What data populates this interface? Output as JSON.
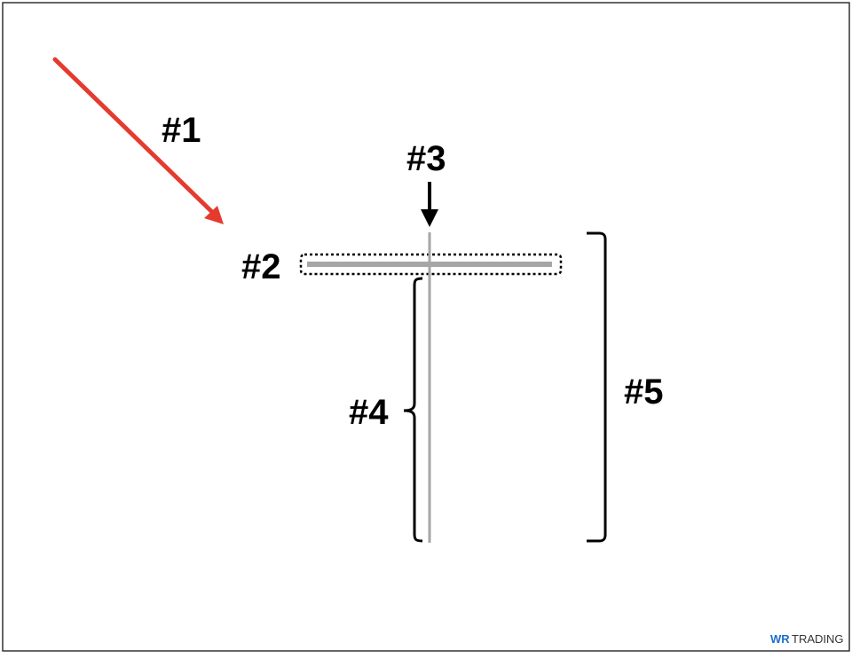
{
  "labels": {
    "arrow": "#1",
    "horizontal_line": "#2",
    "intersection": "#3",
    "left_bracket": "#4",
    "right_bracket": "#5"
  },
  "watermark": {
    "brand_prefix": "WR",
    "brand_suffix": "TRADING"
  },
  "colors": {
    "arrow_main": "#e53b2f",
    "line_gray": "#a6a6a6",
    "ink": "#000000",
    "brand_blue": "#1f6fc9",
    "border": "#333333"
  }
}
